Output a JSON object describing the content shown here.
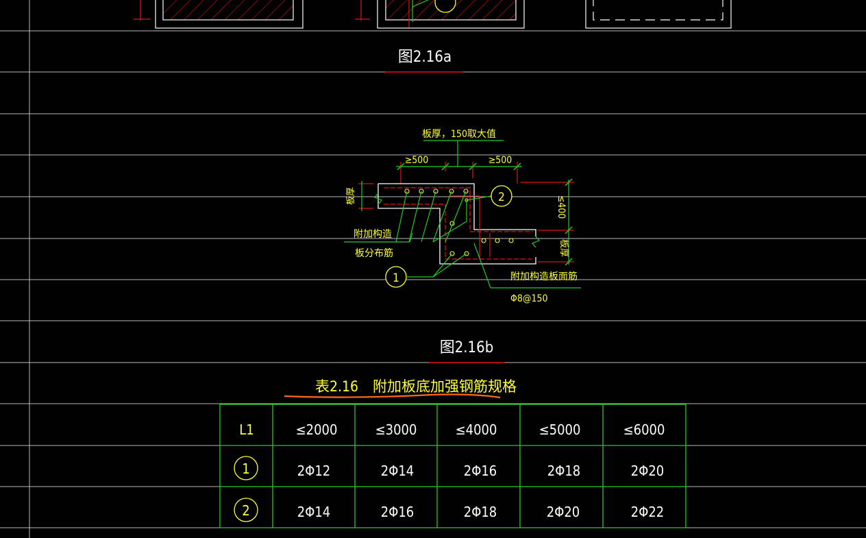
{
  "colors": {
    "background": "#000000",
    "grid": "#bdbdbd",
    "text_yellow": "#ffff33",
    "text_white": "#ffffff",
    "line_green": "#22cc22",
    "line_red": "#e01515",
    "line_white": "#ffffff",
    "table_green": "#22cc22",
    "underline_orange": "#ff6a1a"
  },
  "figure_a": {
    "caption": "图2.16a"
  },
  "figure_b": {
    "caption": "图2.16b",
    "labels": {
      "top_note": "板厚，150取大值",
      "dim_left": "≥500",
      "dim_right": "≥500",
      "slab_thick_left": "板厚",
      "slab_thick_right": "板厚",
      "height_limit": "≤400",
      "add_structure": "附加构造",
      "slab_distribution": "板分布筋",
      "add_surface_bar": "附加构造板面筋",
      "bar_spec": "Φ8@150",
      "marker_1": "1",
      "marker_2": "2"
    }
  },
  "table": {
    "title": "表2.16　附加板底加强钢筋规格",
    "header": [
      "L1",
      "≤2000",
      "≤3000",
      "≤4000",
      "≤5000",
      "≤6000"
    ],
    "rows": [
      {
        "marker": "1",
        "cells": [
          "2Φ12",
          "2Φ14",
          "2Φ16",
          "2Φ18",
          "2Φ20"
        ]
      },
      {
        "marker": "2",
        "cells": [
          "2Φ14",
          "2Φ16",
          "2Φ18",
          "2Φ20",
          "2Φ22"
        ]
      }
    ]
  }
}
